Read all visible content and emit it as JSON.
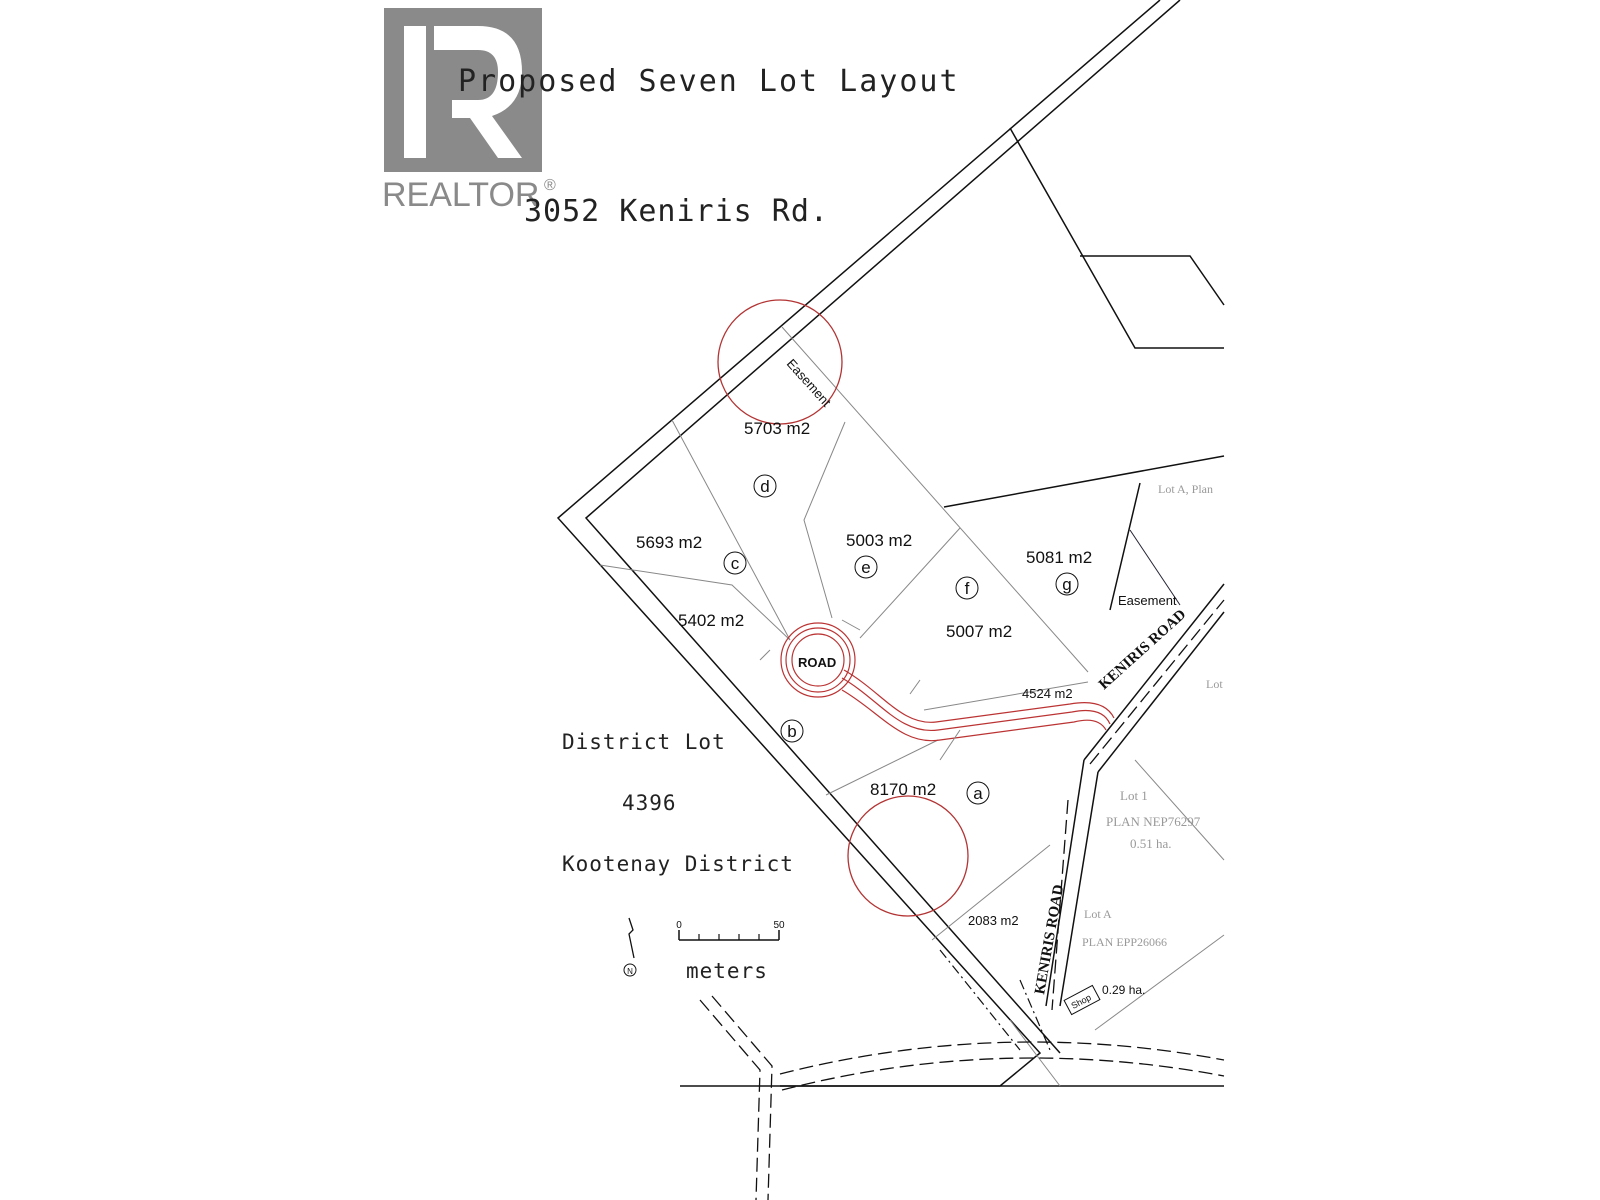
{
  "logo": {
    "text": "REALTOR",
    "mark": "®"
  },
  "header": {
    "title": "Proposed Seven Lot Layout",
    "address": "3052 Keniris Rd."
  },
  "district": {
    "line1": "District Lot",
    "line2": "4396",
    "line3": "Kootenay District"
  },
  "scale": {
    "start": "0",
    "end": "50",
    "unit": "meters"
  },
  "north_symbol": "N",
  "lots": {
    "a": {
      "letter": "a",
      "area": "8170 m2"
    },
    "b": {
      "letter": "b",
      "area": "5402 m2"
    },
    "c": {
      "letter": "c",
      "area": "5693 m2"
    },
    "d": {
      "letter": "d",
      "area": "5703 m2"
    },
    "e": {
      "letter": "e",
      "area": "5003 m2"
    },
    "f": {
      "letter": "f",
      "area": "5007 m2"
    },
    "g": {
      "letter": "g",
      "area": "5081 m2"
    }
  },
  "other_areas": {
    "area_4524": "4524 m2",
    "area_2083": "2083 m2"
  },
  "labels": {
    "road": "ROAD",
    "easement": "Easement",
    "keniris_road": "KENIRIS ROAD",
    "shop": "Shop",
    "lot_a_plan_top": "Lot A, Plan",
    "lot_partial": "Lot",
    "lot1": "Lot 1",
    "plan_nep": "PLAN NEP76297",
    "lot1_area": "0.51 ha.",
    "lot_a": "Lot A",
    "plan_epp": "PLAN EPP26066",
    "lot_a_area": "0.29 ha."
  },
  "colors": {
    "boundary_circle": "#b33333",
    "road_detail": "#b33333"
  }
}
